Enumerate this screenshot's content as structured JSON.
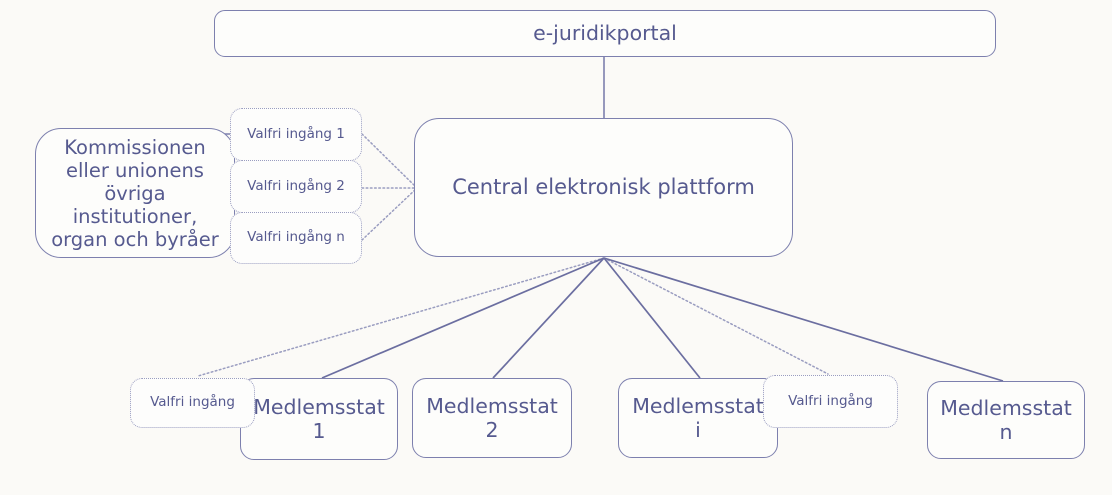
{
  "diagram": {
    "title": "e-juridikportal diagram",
    "colors": {
      "stroke": "#7d80ae",
      "dotted_stroke": "#9a9dc0",
      "text": "#565a8f",
      "background": "#fbfaf7",
      "node_fill": "#fdfdfb"
    },
    "nodes": {
      "portal": {
        "label": "e-juridikportal",
        "style": "solid"
      },
      "commission": {
        "label": "Kommissionen\neller unionens\növriga\ninstitutioner,\norgan och byråer",
        "style": "solid"
      },
      "central_platform": {
        "label": "Central elektronisk plattform",
        "style": "solid"
      },
      "optional_entry_1": {
        "label": "Valfri ingång 1",
        "style": "dotted"
      },
      "optional_entry_2": {
        "label": "Valfri ingång 2",
        "style": "dotted"
      },
      "optional_entry_n": {
        "label": "Valfri ingång n",
        "style": "dotted"
      },
      "member_state_1": {
        "label": "Medlemsstat\n1",
        "style": "solid"
      },
      "member_state_2": {
        "label": "Medlemsstat\n2",
        "style": "solid"
      },
      "member_state_i": {
        "label": "Medlemsstat\ni",
        "style": "solid"
      },
      "member_state_n": {
        "label": "Medlemsstat\nn",
        "style": "solid"
      },
      "optional_entry_left": {
        "label": "Valfri ingång",
        "style": "dotted"
      },
      "optional_entry_right": {
        "label": "Valfri ingång",
        "style": "dotted"
      }
    },
    "edges": [
      {
        "from": "portal",
        "to": "central_platform",
        "style": "solid"
      },
      {
        "from": "commission",
        "to": "optional_entry_1",
        "style": "solid"
      },
      {
        "from": "commission",
        "to": "optional_entry_2",
        "style": "solid"
      },
      {
        "from": "commission",
        "to": "optional_entry_n",
        "style": "solid"
      },
      {
        "from": "optional_entry_1",
        "to": "central_platform",
        "style": "dotted"
      },
      {
        "from": "optional_entry_2",
        "to": "central_platform",
        "style": "dotted"
      },
      {
        "from": "optional_entry_n",
        "to": "central_platform",
        "style": "dotted"
      },
      {
        "from": "central_platform",
        "to": "optional_entry_left",
        "style": "dotted"
      },
      {
        "from": "central_platform",
        "to": "member_state_1",
        "style": "solid"
      },
      {
        "from": "central_platform",
        "to": "member_state_2",
        "style": "solid"
      },
      {
        "from": "central_platform",
        "to": "member_state_i",
        "style": "solid"
      },
      {
        "from": "central_platform",
        "to": "optional_entry_right",
        "style": "dotted"
      },
      {
        "from": "central_platform",
        "to": "member_state_n",
        "style": "solid"
      }
    ]
  }
}
